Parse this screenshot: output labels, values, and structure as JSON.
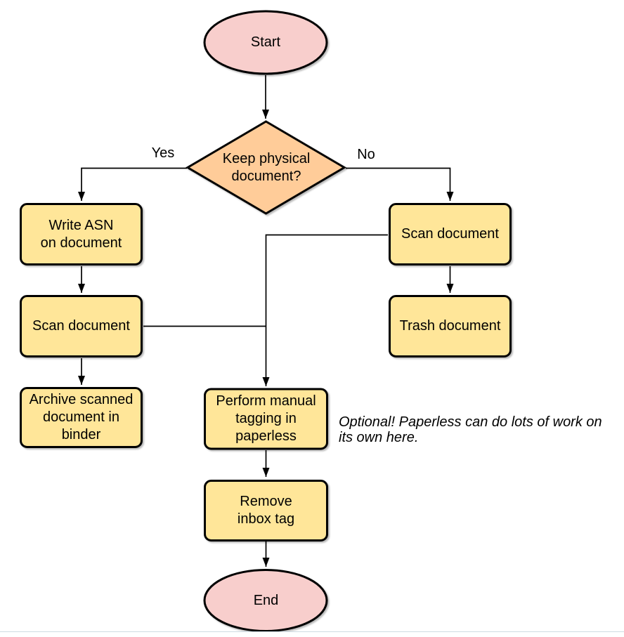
{
  "diagram": {
    "nodes": {
      "start": {
        "label": "Start",
        "type": "terminator"
      },
      "decision": {
        "label": "Keep physical\ndocument?",
        "type": "decision"
      },
      "write_asn": {
        "label": "Write ASN\non document",
        "type": "process"
      },
      "scan_left": {
        "label": "Scan document",
        "type": "process"
      },
      "archive": {
        "label": "Archive scanned\ndocument in\nbinder",
        "type": "process"
      },
      "scan_right": {
        "label": "Scan document",
        "type": "process"
      },
      "trash": {
        "label": "Trash document",
        "type": "process"
      },
      "perform_tagging": {
        "label": "Perform manual\ntagging in\npaperless",
        "type": "process"
      },
      "remove_inbox": {
        "label": "Remove\ninbox tag",
        "type": "process"
      },
      "end": {
        "label": "End",
        "type": "terminator"
      }
    },
    "edge_labels": {
      "yes": "Yes",
      "no": "No"
    },
    "annotation": "Optional! Paperless can do lots of work on its own here.",
    "colors": {
      "terminator_fill": "#f8cecc",
      "decision_fill": "#ffcc99",
      "process_fill": "#ffe699",
      "stroke": "#000000"
    }
  }
}
